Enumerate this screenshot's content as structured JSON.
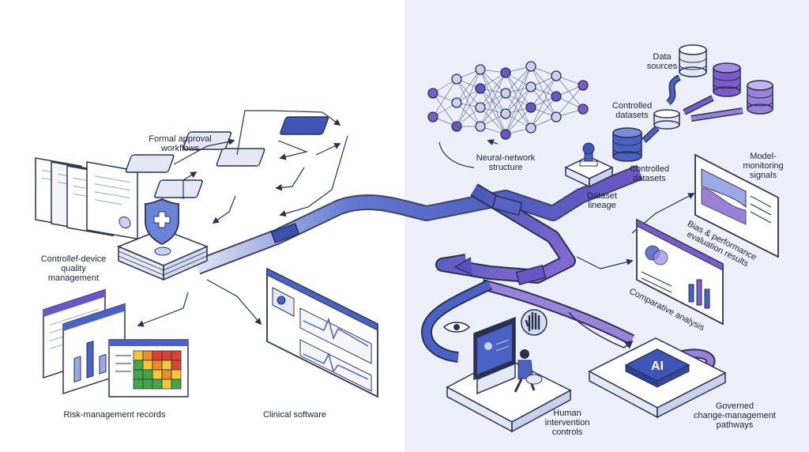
{
  "labels": {
    "formal_approval": "Formal approval\nworkflows",
    "quality_mgmt": "Controllef-device\nquality\nmanagement",
    "risk_records": "Risk-management records",
    "clinical_software": "Clinical software",
    "neural_network": "Neural-network\nstructure",
    "data_sources": "Data\nsources",
    "controlled_datasets_top": "Controlled\ndatasets",
    "controlled_datasets_mid": "Controlled\ndatasets",
    "dataset_lineage": "Dataset\nlineage",
    "model_monitoring": "Model-\nmonitoring\nsignals",
    "bias_performance": "Bias & performance\nevaluation results",
    "comparative_analysis": "Comparative analysis",
    "human_intervention": "Human\nintervention\ncontrols",
    "governed_change": "Governed\nchange-management\npathways",
    "ai_chip": "AI"
  },
  "colors": {
    "left_background": "#ffffff",
    "right_background": "#eceef8",
    "outline": "#2a3150",
    "accent_blue": "#4a62c4",
    "accent_purple": "#7b5cc8",
    "light_tile": "#e4e8f4",
    "heatmap_red": "#e0432b",
    "heatmap_orange": "#ee8a2a",
    "heatmap_yellow": "#f2c934",
    "heatmap_green": "#45a648"
  },
  "icons": [
    "shield-cross-icon",
    "document-stack-icon",
    "hand-stop-icon",
    "eye-icon",
    "robotic-arm-icon",
    "database-icon",
    "ai-chip-icon"
  ]
}
